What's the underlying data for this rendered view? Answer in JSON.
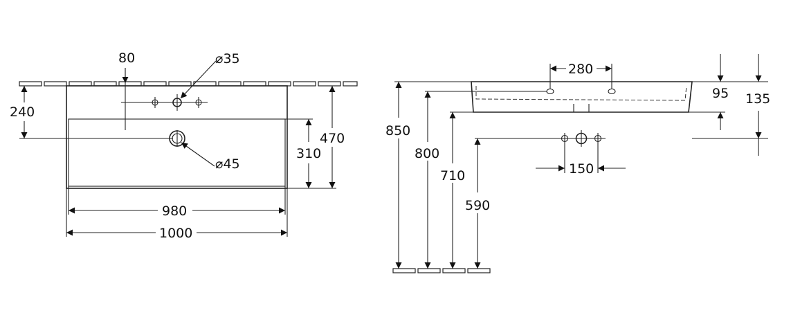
{
  "top_view": {
    "dim_80": "80",
    "dim_dia35": "⌀35",
    "dim_240": "240",
    "dim_dia45": "⌀45",
    "dim_310": "310",
    "dim_470": "470",
    "dim_980": "980",
    "dim_1000": "1000"
  },
  "side_view": {
    "dim_280": "280",
    "dim_95": "95",
    "dim_135": "135",
    "dim_850": "850",
    "dim_800": "800",
    "dim_710": "710",
    "dim_590": "590",
    "dim_150": "150"
  }
}
